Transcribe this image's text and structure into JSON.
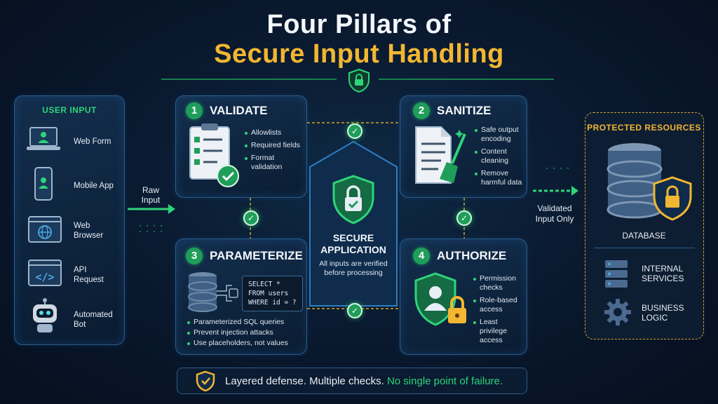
{
  "title": {
    "line1": "Four Pillars of",
    "line2": "Secure Input Handling"
  },
  "user_input": {
    "heading": "USER INPUT",
    "sources": [
      {
        "label": "Web Form",
        "icon": "laptop-icon"
      },
      {
        "label": "Mobile App",
        "icon": "mobile-icon"
      },
      {
        "label": "Web Browser",
        "icon": "browser-globe-icon"
      },
      {
        "label": "API Request",
        "icon": "code-window-icon"
      },
      {
        "label": "Automated Bot",
        "icon": "robot-icon"
      }
    ]
  },
  "raw_input_label": "Raw Input",
  "pillars": [
    {
      "number": "1",
      "title": "VALIDATE",
      "bullets": [
        "Allowlists",
        "Required fields",
        "Format validation"
      ],
      "icon": "checklist-icon"
    },
    {
      "number": "2",
      "title": "SANITIZE",
      "bullets": [
        "Safe output encoding",
        "Content cleaning",
        "Remove harmful data"
      ],
      "icon": "document-broom-icon"
    },
    {
      "number": "3",
      "title": "PARAMETERIZE",
      "bullets": [
        "Parameterized SQL queries",
        "Prevent injection attacks",
        "Use placeholders, not values"
      ],
      "icon": "database-icon",
      "code": "SELECT *\nFROM users\nWHERE id = ?"
    },
    {
      "number": "4",
      "title": "AUTHORIZE",
      "bullets": [
        "Permission checks",
        "Role-based access",
        "Least privilege access"
      ],
      "icon": "user-shield-lock-icon"
    }
  ],
  "center": {
    "title": "SECURE APPLICATION",
    "subtitle": "All inputs are verified before processing"
  },
  "validated_label": "Validated Input Only",
  "protected": {
    "heading": "PROTECTED RESOURCES",
    "database_label": "DATABASE",
    "items": [
      {
        "label": "INTERNAL SERVICES",
        "icon": "server-icon"
      },
      {
        "label": "BUSINESS LOGIC",
        "icon": "gear-icon"
      }
    ]
  },
  "footer": {
    "text": "Layered defense. Multiple checks.",
    "highlight": "No single point of failure."
  },
  "colors": {
    "green": "#2ed47a",
    "gold": "#f2b632",
    "panel_border": "#2b5d8a"
  }
}
